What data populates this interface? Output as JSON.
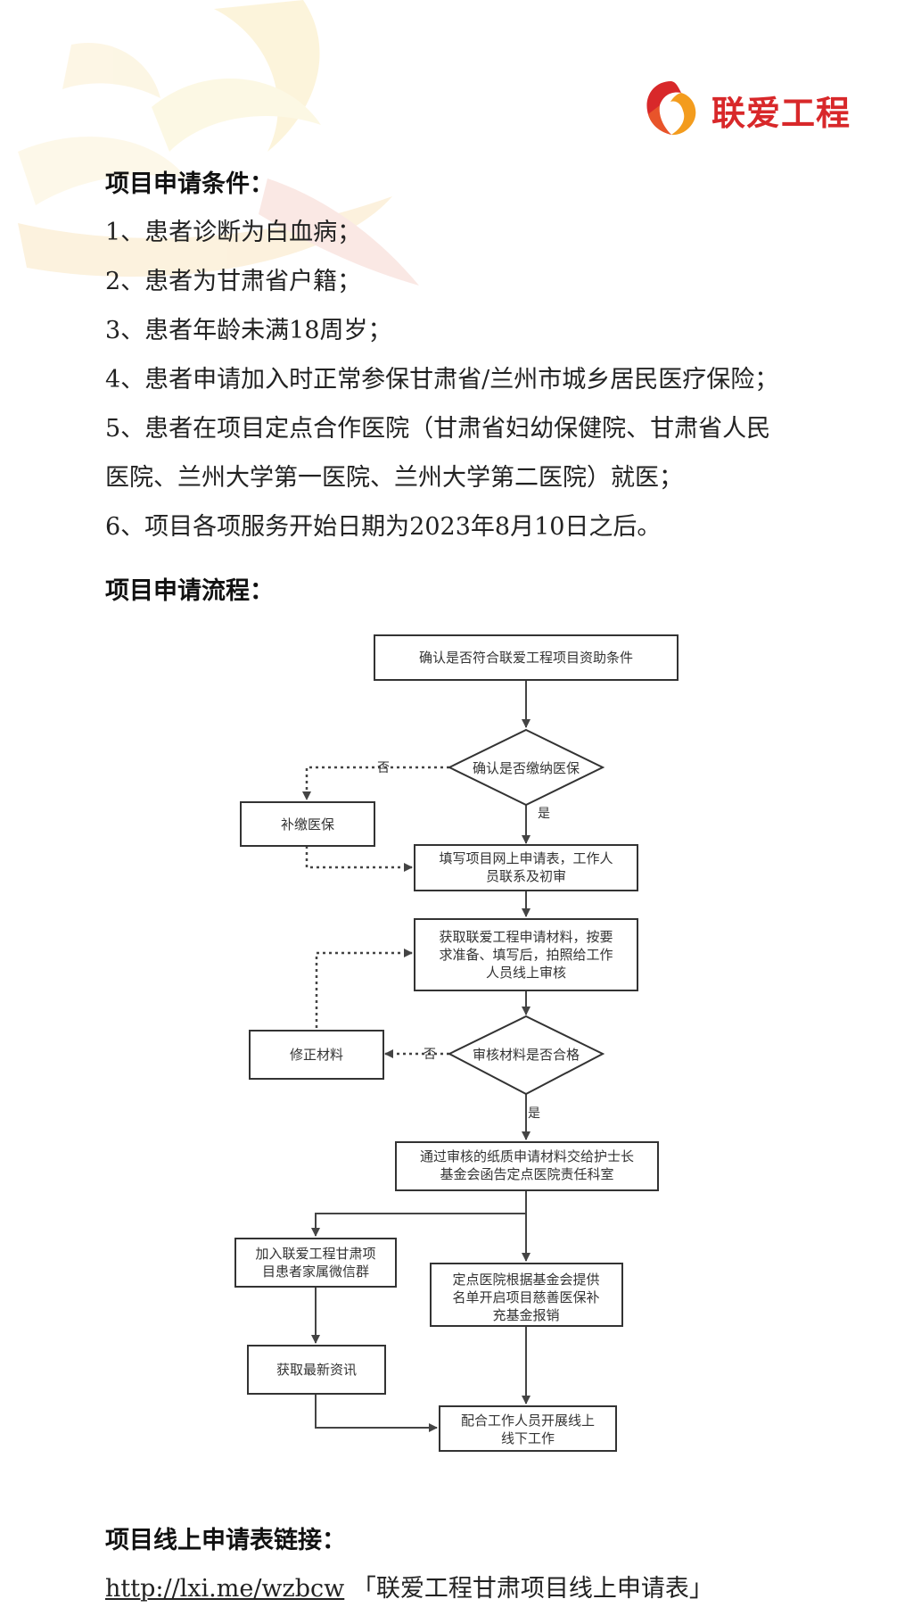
{
  "brand": {
    "name": "联爱工程",
    "colors": {
      "red": "#d8282a",
      "orange": "#f39c1e"
    }
  },
  "conditions": {
    "heading": "项目申请条件：",
    "items": [
      "1、患者诊断为白血病；",
      "2、患者为甘肃省户籍；",
      "3、患者年龄未满18周岁；",
      "4、患者申请加入时正常参保甘肃省/兰州市城乡居民医疗保险；",
      "5、患者在项目定点合作医院（甘肃省妇幼保健院、甘肃省人民",
      "医院、兰州大学第一医院、兰州大学第二医院）就医；",
      "6、项目各项服务开始日期为2023年8月10日之后。"
    ]
  },
  "process": {
    "heading": "项目申请流程：",
    "nodes": {
      "confirm_eligibility": [
        "确认是否符合联爱工程项目资助条件"
      ],
      "insurance_check": [
        "确认是否缴纳医保"
      ],
      "pay_insurance": [
        "补缴医保"
      ],
      "fill_form": [
        "填写项目网上申请表，工作人",
        "员联系及初审"
      ],
      "get_materials": [
        "获取联爱工程申请材料，按要",
        "求准备、填写后，拍照给工作",
        "人员线上审核"
      ],
      "review_check": [
        "审核材料是否合格"
      ],
      "fix_materials": [
        "修正材料"
      ],
      "submit_paper": [
        "通过审核的纸质申请材料交给护士长",
        "基金会函告定点医院责任科室"
      ],
      "join_group": [
        "加入联爱工程甘肃项",
        "目患者家属微信群"
      ],
      "hospital_open": [
        "定点医院根据基金会提供",
        "名单开启项目慈善医保补",
        "充基金报销"
      ],
      "get_news": [
        "获取最新资讯"
      ],
      "offline_work": [
        "配合工作人员开展线上",
        "线下工作"
      ]
    },
    "labels": {
      "no": "否",
      "yes": "是"
    }
  },
  "online_form": {
    "heading": "项目线上申请表链接：",
    "url": "http://lxi.me/wzbcw",
    "title": "「联爱工程甘肃项目线上申请表」"
  }
}
